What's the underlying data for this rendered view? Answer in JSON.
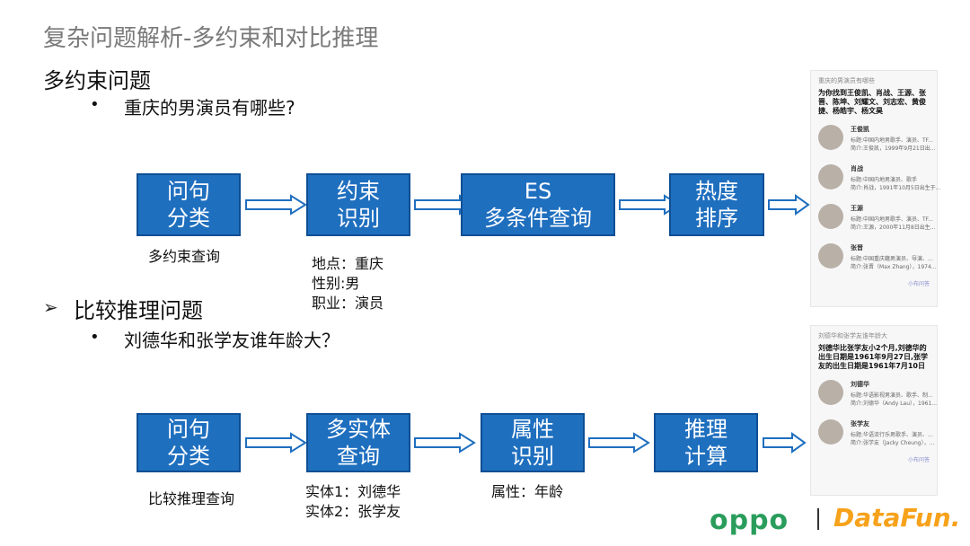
{
  "title": "复杂问题解析-多约束和对比推理",
  "section1": {
    "heading": "多约束问题",
    "question": "重庆的男演员有哪些?",
    "boxes": [
      [
        "问句",
        "分类"
      ],
      [
        "约束",
        "识别"
      ],
      [
        "ES",
        "多条件查询"
      ],
      [
        "热度",
        "排序"
      ]
    ],
    "note_classify": "多约束查询",
    "constraints": [
      "地点：重庆",
      "性别:男",
      "职业：演员"
    ]
  },
  "section2": {
    "heading": "比较推理问题",
    "question": "刘德华和张学友谁年龄大？",
    "boxes": [
      [
        "问句",
        "分类"
      ],
      [
        "多实体",
        "查询"
      ],
      [
        "属性",
        "识别"
      ],
      [
        "推理",
        "计算"
      ]
    ],
    "note_classify": "比较推理查询",
    "entities": [
      "实体1：刘德华",
      "实体2：张学友"
    ],
    "attribute": "属性：年龄"
  },
  "card1": {
    "query": "重庆的男演员有哪些",
    "answer": "为你找到王俊凯、肖战、王源、张晋、陈坤、刘耀文、刘志宏、黄俊捷、杨皓宇、杨文昊",
    "people": [
      {
        "name": "王俊凯",
        "title": "标题:中国内地男歌手、演员、TF...",
        "intro": "简介:王俊凯，1999年9月21日出..."
      },
      {
        "name": "肖战",
        "title": "标题:中国内地男演员、歌手",
        "intro": "简介:肖战，1991年10月5日出生于..."
      },
      {
        "name": "王源",
        "title": "标题:中国内地男歌手、演员、TF...",
        "intro": "简介:王源，2000年11月8日出生..."
      },
      {
        "name": "张晋",
        "title": "标题:中国重庆籍男演员、导演、...",
        "intro": "简介:张晋（Max Zhang），1974..."
      }
    ],
    "source": "小布问答"
  },
  "card2": {
    "query": "刘德华和张学友谁年龄大",
    "answer": "刘德华比张学友小2个月,刘德华的出生日期是1961年9月27日,张学友的出生日期是1961年7月10日",
    "people": [
      {
        "name": "刘德华",
        "title": "标题:华语影视男演员、歌手、制...",
        "intro": "简介:刘德华（Andy Lau），1961..."
      },
      {
        "name": "张学友",
        "title": "标题:华语流行乐男歌手、演员、...",
        "intro": "简介:张学友（Jacky Cheung），..."
      }
    ],
    "source": "小布问答"
  },
  "logos": {
    "oppo": "oppo",
    "datafun": "DataFun."
  },
  "colors": {
    "box_fill": "#1f6fbf",
    "box_border": "#0e4f94",
    "arrow_fill": "#ffffff",
    "arrow_stroke": "#1f6fbf"
  }
}
